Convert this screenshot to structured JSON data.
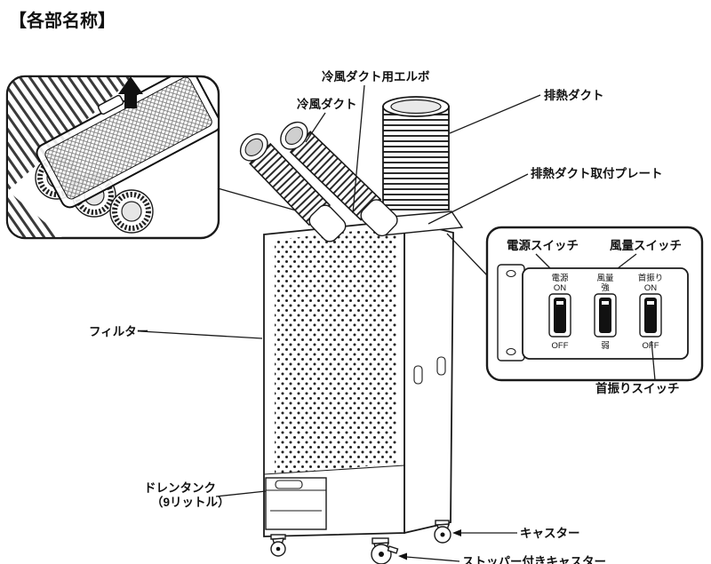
{
  "title": "【各部名称】",
  "labels": {
    "elbow": "冷風ダクト用エルボ",
    "cold_duct": "冷風ダクト",
    "exhaust_duct": "排熱ダクト",
    "exhaust_plate": "排熱ダクト取付プレート",
    "filter": "フィルター",
    "drain_tank_1": "ドレンタンク",
    "drain_tank_2": "（9リットル）",
    "caster": "キャスター",
    "stopper_caster": "ストッパー付きキャスター",
    "power_switch": "電源スイッチ",
    "airflow_switch": "風量スイッチ",
    "swing_switch": "首振りスイッチ"
  },
  "panel": {
    "power": "電源",
    "power_on": "ON",
    "power_off": "OFF",
    "airflow": "風量",
    "airflow_high": "強",
    "airflow_low": "弱",
    "swing": "首振り",
    "swing_on": "ON",
    "swing_off": "OFF"
  },
  "colors": {
    "line": "#1a1a1a",
    "background": "#ffffff"
  }
}
